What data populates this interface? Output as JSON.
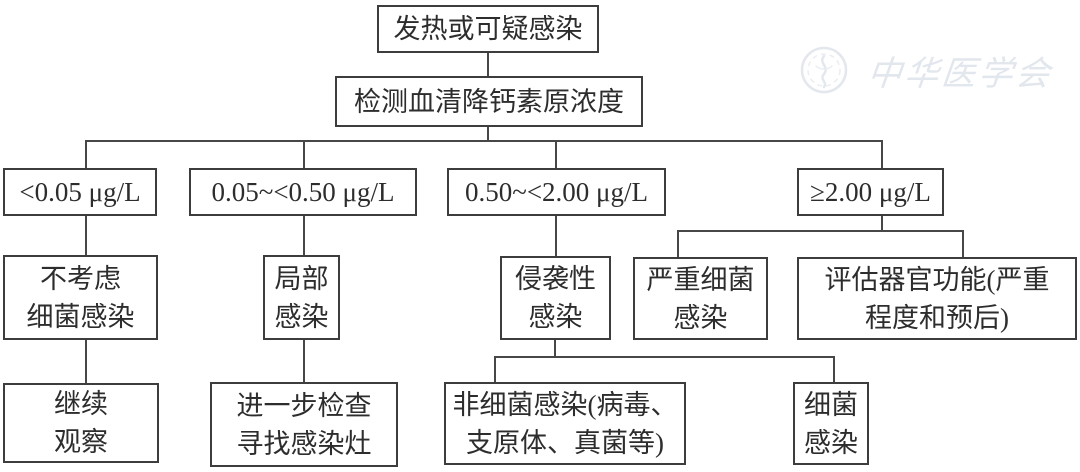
{
  "nodes": {
    "fever": {
      "lines": [
        "发热或可疑感染"
      ]
    },
    "test": {
      "lines": [
        "检测血清降钙素原浓度"
      ]
    },
    "range1": {
      "lines": [
        "<0.05 μg/L"
      ]
    },
    "range2": {
      "lines": [
        "0.05~<0.50 μg/L"
      ]
    },
    "range3": {
      "lines": [
        "0.50~<2.00 μg/L"
      ]
    },
    "range4": {
      "lines": [
        "≥2.00 μg/L"
      ]
    },
    "no_bacterial": {
      "lines": [
        "不考虑",
        "细菌感染"
      ]
    },
    "local": {
      "lines": [
        "局部",
        "感染"
      ]
    },
    "invasive": {
      "lines": [
        "侵袭性",
        "感染"
      ]
    },
    "severe_bacterial": {
      "lines": [
        "严重细菌",
        "感染"
      ]
    },
    "assess_organ": {
      "lines": [
        "评估器官功能(严重",
        "程度和预后)"
      ]
    },
    "observe": {
      "lines": [
        "继续",
        "观察"
      ]
    },
    "further_exam": {
      "lines": [
        "进一步检查",
        "寻找感染灶"
      ]
    },
    "non_bacterial": {
      "lines": [
        "非细菌感染(病毒、",
        "支原体、真菌等)"
      ]
    },
    "bacterial": {
      "lines": [
        "细菌",
        "感染"
      ]
    }
  },
  "edges": [
    [
      "fever",
      "test"
    ],
    [
      "test",
      "range1"
    ],
    [
      "test",
      "range2"
    ],
    [
      "test",
      "range3"
    ],
    [
      "test",
      "range4"
    ],
    [
      "range1",
      "no_bacterial"
    ],
    [
      "range2",
      "local"
    ],
    [
      "range3",
      "invasive"
    ],
    [
      "range4",
      "severe_bacterial"
    ],
    [
      "range4",
      "assess_organ"
    ],
    [
      "no_bacterial",
      "observe"
    ],
    [
      "local",
      "further_exam"
    ],
    [
      "invasive",
      "non_bacterial"
    ],
    [
      "invasive",
      "bacterial"
    ]
  ],
  "watermark": {
    "text": "中华医学会"
  },
  "colors": {
    "background": "#ffffff",
    "box_border": "#3d3d3d",
    "connector": "#474747",
    "text": "#2d2d2d",
    "watermark": "#e2e6ed"
  }
}
